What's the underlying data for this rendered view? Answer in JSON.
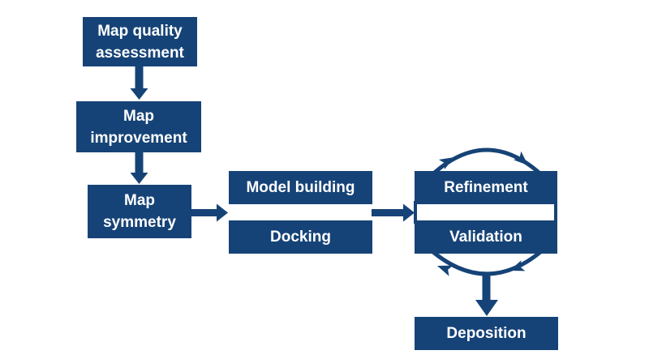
{
  "flowchart": {
    "description": "Cryo-EM structure determination workflow diagram",
    "colors": {
      "box_fill": "#164377",
      "box_text": "#ffffff",
      "arrow": "#164377",
      "background": "#ffffff"
    },
    "boxes": [
      {
        "id": "map-quality-assessment",
        "lines": [
          "Map quality",
          "assessment"
        ]
      },
      {
        "id": "map-improvement",
        "lines": [
          "Map",
          "improvement"
        ]
      },
      {
        "id": "map-symmetry",
        "lines": [
          "Map",
          "symmetry"
        ]
      },
      {
        "id": "model-building",
        "lines": [
          "Model building"
        ]
      },
      {
        "id": "docking",
        "lines": [
          "Docking"
        ]
      },
      {
        "id": "refinement",
        "lines": [
          "Refinement"
        ]
      },
      {
        "id": "validation",
        "lines": [
          "Validation"
        ]
      },
      {
        "id": "deposition",
        "lines": [
          "Deposition"
        ]
      }
    ],
    "connections": [
      {
        "from": "Map quality assessment",
        "to": "Map improvement",
        "type": "arrow-down"
      },
      {
        "from": "Map improvement",
        "to": "Map symmetry",
        "type": "arrow-down"
      },
      {
        "from": "Map symmetry",
        "to": "Model building / Docking",
        "type": "arrow-right"
      },
      {
        "from": "Model building / Docking",
        "to": "Refinement / Validation",
        "type": "arrow-right"
      },
      {
        "from": "Refinement / Validation",
        "to": "Deposition",
        "type": "arrow-down"
      },
      {
        "between": [
          "Refinement",
          "Validation"
        ],
        "type": "cycle",
        "direction": "clockwise"
      }
    ]
  }
}
